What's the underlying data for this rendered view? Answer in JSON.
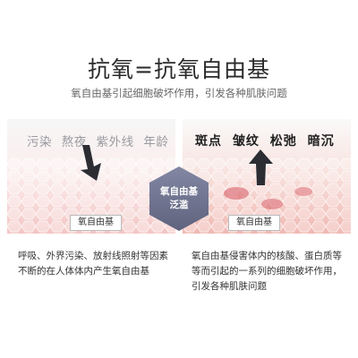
{
  "header": {
    "title": "抗氧=抗氧自由基",
    "subtitle": "氧自由基引起细胞破坏作用，引发各种肌肤问题"
  },
  "left_panel": {
    "causes": [
      "污染",
      "熬夜",
      "紫外线",
      "年龄"
    ],
    "tag": "氧自由基",
    "description": "呼吸、外界污染、放射线照射等因素不断的在人体体内产生氧自由基"
  },
  "center_badge": {
    "line1": "氧自由基",
    "line2": "泛滥"
  },
  "right_panel": {
    "problems": [
      "斑点",
      "皱纹",
      "松弛",
      "暗沉"
    ],
    "tag": "氧自由基",
    "description": "氧自由基侵害体内的核酸、蛋白质等等而引起的一系列的细胞破坏作用，引发各种肌肤问题"
  },
  "colors": {
    "skin_pink": "#f3c6c4",
    "arrow_dark": "#2b2d33",
    "badge_blue": "#6e7290"
  }
}
